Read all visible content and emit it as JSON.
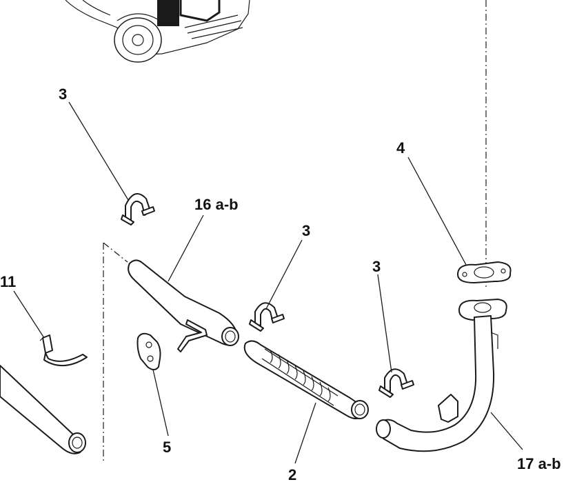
{
  "diagram": {
    "labels": {
      "clamp_top": "3",
      "clamp_mid": "3",
      "clamp_right": "3",
      "pipe_16": "16 a-b",
      "sensor_11": "11",
      "mount_5": "5",
      "flex_2": "2",
      "gasket_4": "4",
      "pipe_17": "17 a-b"
    }
  }
}
